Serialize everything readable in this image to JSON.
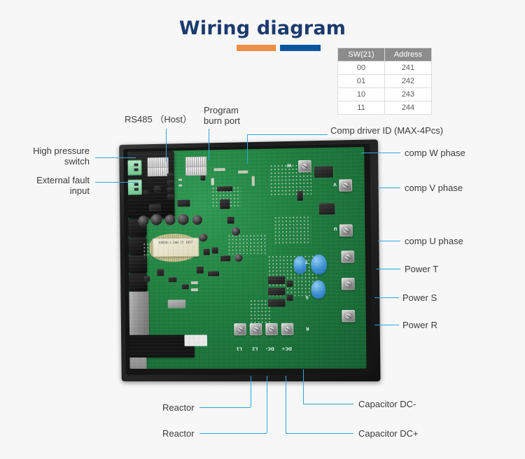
{
  "page": {
    "title": "Wiring diagram",
    "background_color": "#f7f7f7",
    "title_color": "#1b3b6f",
    "accent_orange": "#ef8f45",
    "accent_blue": "#0a55a0",
    "leader_line_color": "#2fa8dc"
  },
  "address_table": {
    "headers": [
      "SW(21)",
      "Address"
    ],
    "rows": [
      [
        "00",
        "241"
      ],
      [
        "01",
        "242"
      ],
      [
        "10",
        "243"
      ],
      [
        "11",
        "244"
      ]
    ]
  },
  "callouts": {
    "left": [
      {
        "id": "high-pressure-switch",
        "text": "High pressure\nswitch"
      },
      {
        "id": "external-fault-input",
        "text": "External fault\ninput"
      }
    ],
    "top": [
      {
        "id": "rs485-host",
        "text": "RS485 （Host）"
      },
      {
        "id": "program-burn-port",
        "text": "Program\nburn port"
      },
      {
        "id": "comp-driver-id",
        "text": "Comp driver ID (MAX-4Pcs)"
      }
    ],
    "right": [
      {
        "id": "comp-w-phase",
        "text": "comp W phase"
      },
      {
        "id": "comp-v-phase",
        "text": "comp V phase"
      },
      {
        "id": "comp-u-phase",
        "text": "comp U phase"
      },
      {
        "id": "power-t",
        "text": "Power T"
      },
      {
        "id": "power-s",
        "text": "Power S"
      },
      {
        "id": "power-r",
        "text": "Power R"
      }
    ],
    "bottom": [
      {
        "id": "reactor-1",
        "text": "Reactor"
      },
      {
        "id": "reactor-2",
        "text": "Reactor"
      },
      {
        "id": "capacitor-dc-minus",
        "text": "Capacitor DC-"
      },
      {
        "id": "capacitor-dc-plus",
        "text": "Capacitor DC+"
      }
    ]
  },
  "board": {
    "silkscreen": {
      "terminal_l1": "L1",
      "terminal_l2": "L2",
      "terminal_dc_minus": "DC-",
      "terminal_dc_plus": "DC+",
      "phase_w": "W",
      "phase_v": "V",
      "phase_u": "U",
      "power_t": "T",
      "power_s": "S",
      "power_r": "R"
    },
    "transformer_label": "EER28-1.2mH\nJY 1927"
  }
}
